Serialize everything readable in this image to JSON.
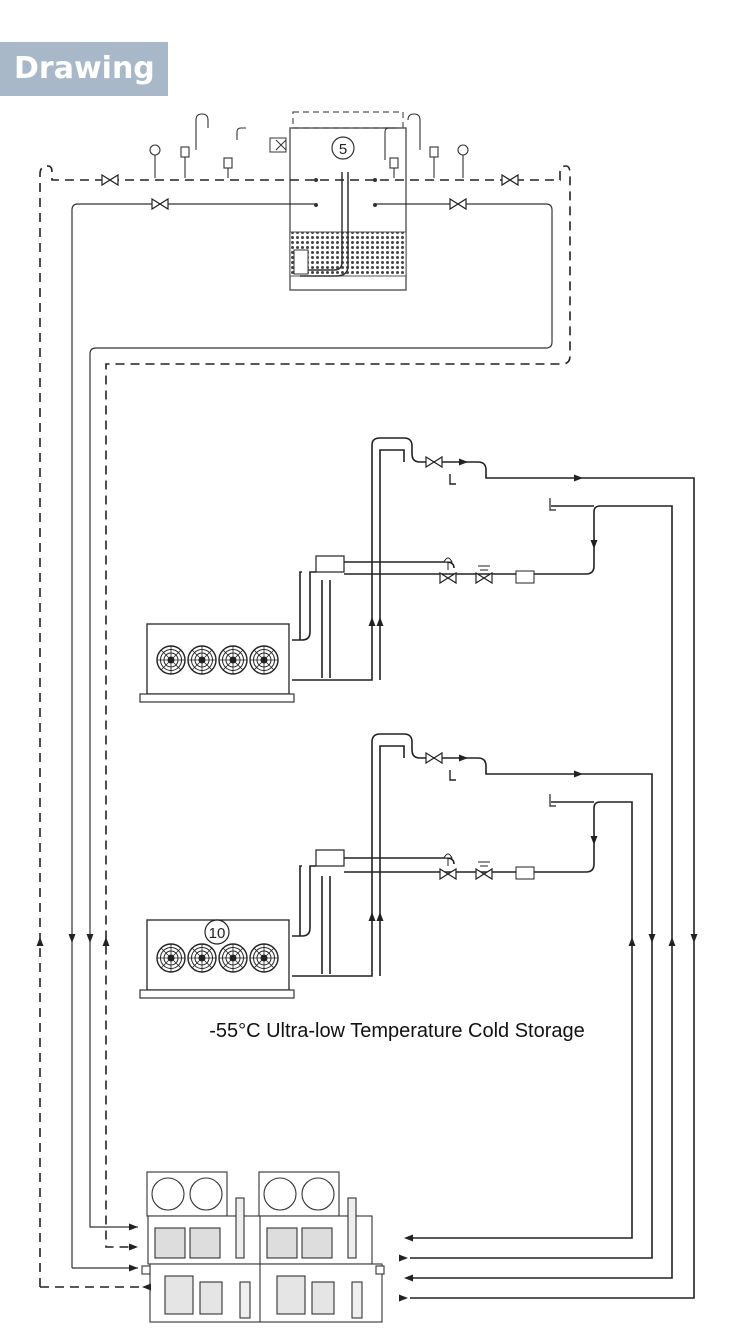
{
  "header": {
    "tab_label": "Drawing"
  },
  "diagram": {
    "caption": "-55°C Ultra-low Temperature Cold Storage",
    "markers": {
      "cooling_tower": "5",
      "evaporator_lower": "10"
    },
    "colors": {
      "line": "#222222",
      "tab_bg": "#a9b8c8",
      "mesh": "#555555"
    }
  }
}
